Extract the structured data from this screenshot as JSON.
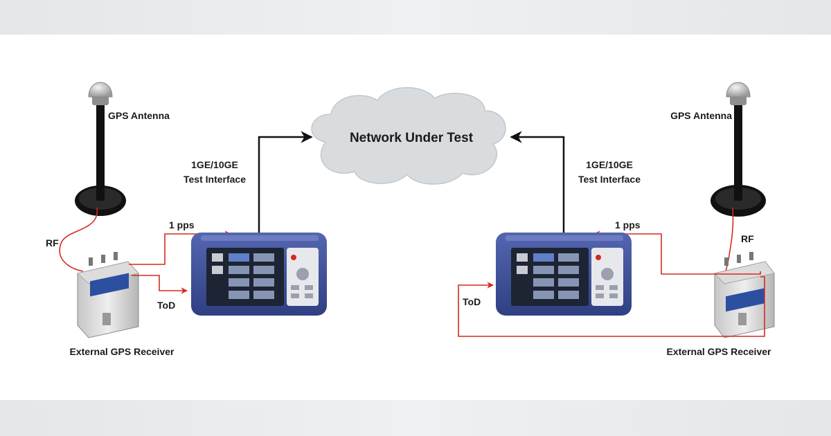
{
  "diagram": {
    "cloud_label": "Network Under Test",
    "left": {
      "antenna_label": "GPS Antenna",
      "rf_label": "RF",
      "pps_label": "1 pps",
      "tod_label": "ToD",
      "interface_line1": "1GE/10GE",
      "interface_line2": "Test Interface",
      "receiver_label": "External GPS Receiver"
    },
    "right": {
      "antenna_label": "GPS Antenna",
      "rf_label": "RF",
      "pps_label": "1 pps",
      "tod_label": "ToD",
      "interface_line1": "1GE/10GE",
      "interface_line2": "Test Interface",
      "receiver_label": "External GPS Receiver"
    },
    "colors": {
      "signal_red": "#d42a1e",
      "cloud_fill": "#d9dcdf",
      "tester_blue": "#3b4f9a",
      "screen": "#1d2433"
    }
  }
}
